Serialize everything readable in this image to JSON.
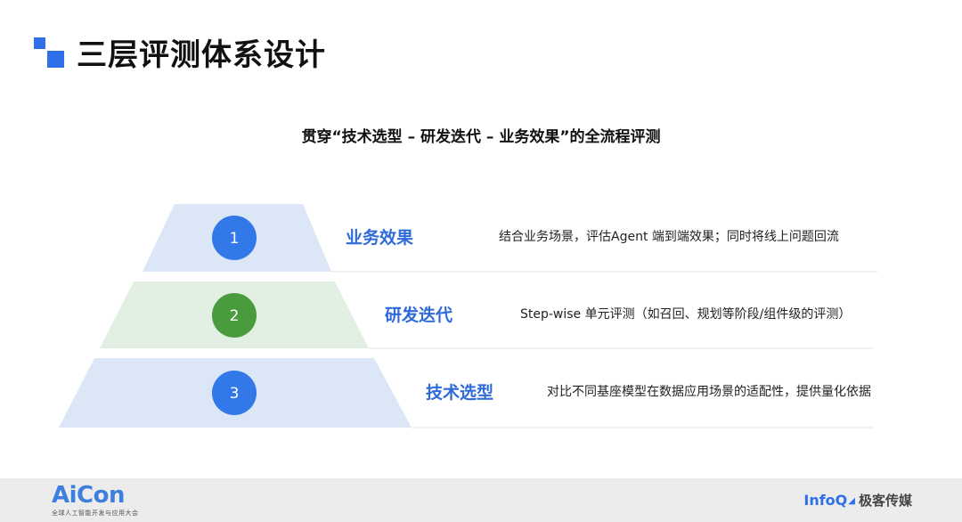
{
  "header": {
    "title": "三层评测体系设计"
  },
  "subtitle": "贯穿“技术选型 – 研发迭代 – 业务效果”的全流程评测",
  "layers": [
    {
      "number": "1",
      "name": "业务效果",
      "description": "结合业务场景，评估Agent 端到端效果；同时将线上问题回流",
      "fill_color": "#dbe6f6",
      "badge_color": "#3278e8"
    },
    {
      "number": "2",
      "name": "研发迭代",
      "description": "Step-wise 单元评测（如召回、规划等阶段/组件级的评测）",
      "fill_color": "#e1f0e2",
      "badge_color": "#4a9a3e"
    },
    {
      "number": "3",
      "name": "技术选型",
      "description": "对比不同基座模型在数据应用场景的适配性，提供量化依据",
      "fill_color": "#dbe6f6",
      "badge_color": "#3278e8"
    }
  ],
  "footer": {
    "aicon_name": "AiCon",
    "aicon_tagline": "全球人工智能开发与应用大会",
    "infoq_name": "InfoQ",
    "infoq_cn": "极客传媒"
  }
}
